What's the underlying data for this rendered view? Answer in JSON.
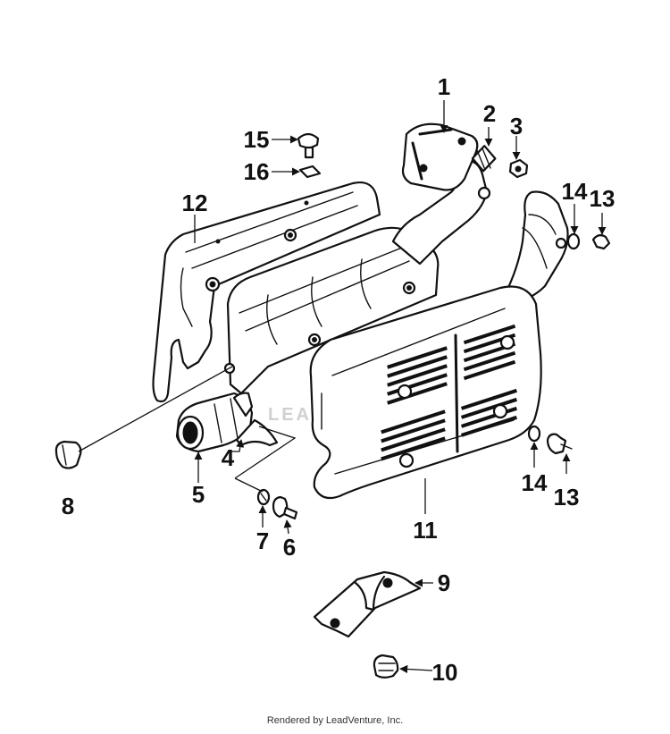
{
  "watermark": "LEADVENTURE",
  "footer": "Rendered by LeadVenture, Inc.",
  "callouts": {
    "c1": "1",
    "c2": "2",
    "c3": "3",
    "c4": "4",
    "c5": "5",
    "c6": "6",
    "c7": "7",
    "c8": "8",
    "c9": "9",
    "c10": "10",
    "c11": "11",
    "c12": "12",
    "c13a": "13",
    "c13b": "13",
    "c14a": "14",
    "c14b": "14",
    "c15": "15",
    "c16": "16"
  }
}
